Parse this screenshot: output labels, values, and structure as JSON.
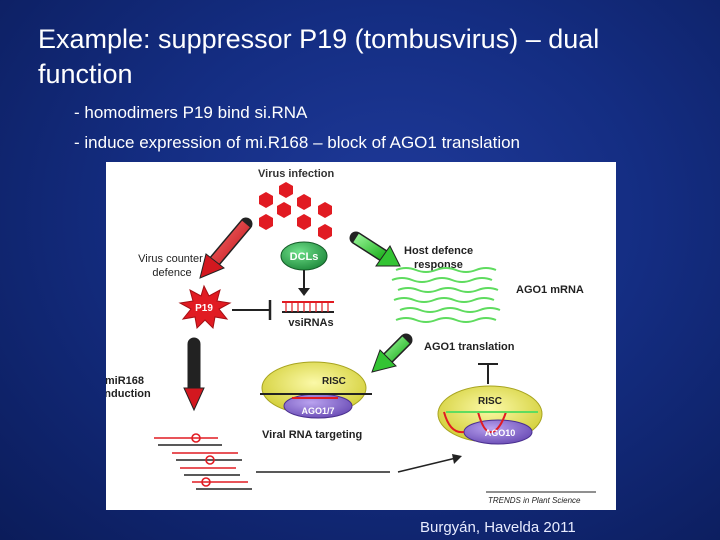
{
  "slide": {
    "title": "Example: suppressor P19 (tombusvirus) – dual function",
    "bullets": [
      "- homodimers P19 bind si.RNA",
      "- induce expression of mi.R168 – block of AGO1 translation"
    ],
    "credit": "Burgyán, Havelda 2011"
  },
  "diagram": {
    "virus_infection": "Virus infection",
    "virus_counter_l1": "Virus counter",
    "virus_counter_l2": "defence",
    "host_defence_l1": "Host defence",
    "host_defence_l2": "response",
    "dcls": "DCLs",
    "p19": "P19",
    "vsirnas": "vsiRNAs",
    "ago1_mrna": "AGO1 mRNA",
    "ago1_translation": "AGO1 translation",
    "mir168_l1": "miR168",
    "mir168_l2": "induction",
    "risc_left": "RISC",
    "ago17": "AGO1/7",
    "viral_rna_targeting": "Viral RNA targeting",
    "risc_right": "RISC",
    "ago10": "AGO10",
    "journal": "TRENDS in Plant Science"
  },
  "colors": {
    "background": "#142d82",
    "virus_red": "#e11b22",
    "arrow_green": "#3ccf3c",
    "rna_green": "#5fdc5f",
    "risc_yellow": "#e8e45a",
    "ago_purple": "#8e6fcf",
    "dcl_green": "#2fa84f"
  }
}
